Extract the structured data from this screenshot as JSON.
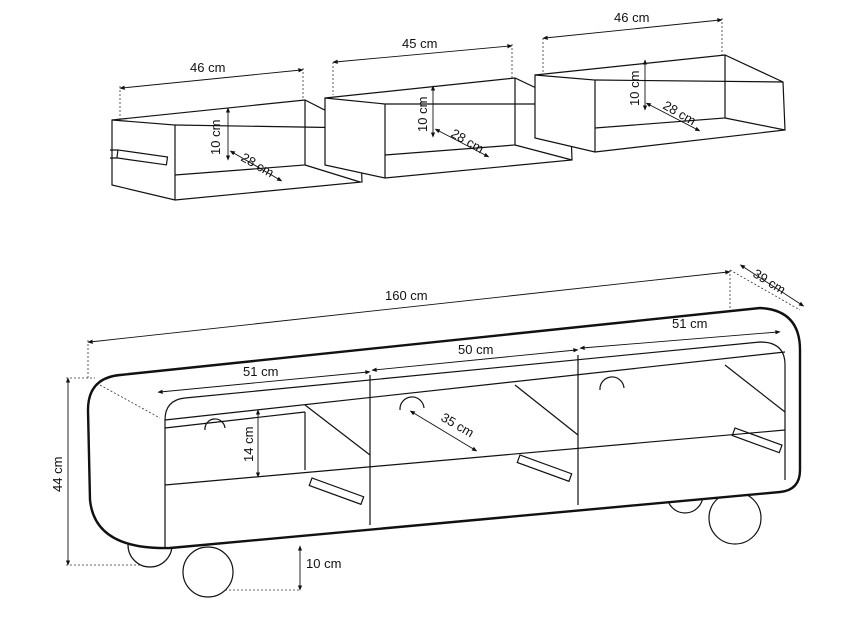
{
  "drawers": [
    {
      "width": "46 cm",
      "height": "10 cm",
      "depth": "28 cm"
    },
    {
      "width": "45 cm",
      "height": "10 cm",
      "depth": "28 cm"
    },
    {
      "width": "46 cm",
      "height": "10 cm",
      "depth": "28 cm"
    }
  ],
  "cabinet": {
    "total_width": "160 cm",
    "depth": "39 cm",
    "height": "44 cm",
    "leg_height": "10 cm",
    "compartment_left": "51 cm",
    "compartment_middle": "50 cm",
    "compartment_right": "51 cm",
    "shelf_height": "14 cm",
    "shelf_depth": "35 cm"
  }
}
